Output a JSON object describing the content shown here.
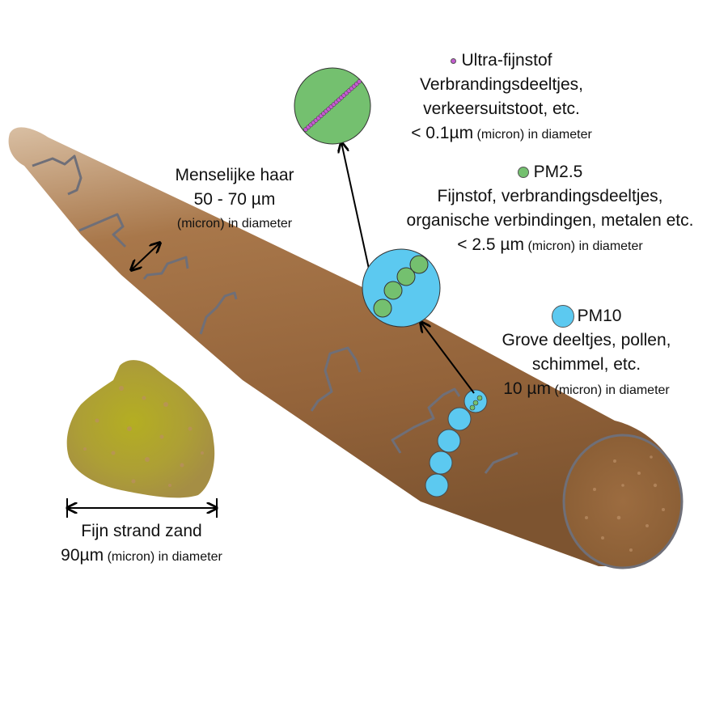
{
  "colors": {
    "hair": "#9a6b3f",
    "hair_light": "#c8a27e",
    "hair_dark": "#8a5e35",
    "scale_edge": "#6f6f78",
    "pm10": "#5cc9f0",
    "pm25": "#74c06f",
    "ultrafine": "#c45bd0",
    "sand": "#a99a3c",
    "sand_light": "#b5ad2a"
  },
  "ultrafine": {
    "title": "Ultra-fijnstof",
    "line1": "Verbrandingsdeeltjes,",
    "line2": "verkeersuitstoot, etc.",
    "size_value": "< 0.1µm",
    "size_unit": "(micron) in diameter"
  },
  "pm25": {
    "title": "PM2.5",
    "line1": "Fijnstof, verbrandingsdeeltjes,",
    "line2": "organische verbindingen, metalen etc.",
    "size_value": "< 2.5 µm",
    "size_unit": "(micron) in diameter"
  },
  "pm10": {
    "title": "PM10",
    "line1": "Grove deeltjes, pollen,",
    "line2": "schimmel, etc.",
    "size_value": "10 µm",
    "size_unit": "(micron) in diameter"
  },
  "hair": {
    "title": "Menselijke haar",
    "size_value": "50 - 70 µm",
    "size_unit": "(micron) in diameter"
  },
  "sand": {
    "title": "Fijn strand zand",
    "size_value": "90µm",
    "size_unit": "(micron) in diameter"
  }
}
